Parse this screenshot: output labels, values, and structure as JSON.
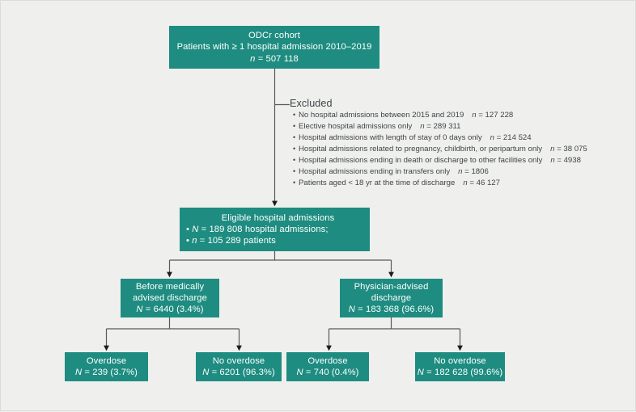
{
  "colors": {
    "box_fill": "#1e8c80",
    "box_text": "#ffffff",
    "page_bg": "#eff0ee",
    "line": "#595959",
    "body_text": "#3f4447"
  },
  "boxes": {
    "top": {
      "lines": [
        "ODCr cohort",
        "Patients with ≥ 1 hospital admission 2010–2019",
        "n = 507 118"
      ]
    },
    "eligible": {
      "lines": [
        "Eligible hospital admissions",
        "• N = 189 808 hospital admissions;",
        "• n = 105 289 patients"
      ]
    },
    "before_discharge": {
      "lines": [
        "Before medically",
        "advised discharge",
        "N = 6440 (3.4%)"
      ]
    },
    "physician_discharge": {
      "lines": [
        "Physician-advised",
        "discharge",
        "N = 183 368 (96.6%)"
      ]
    },
    "overdose_left": {
      "lines": [
        "Overdose",
        "N = 239 (3.7%)"
      ]
    },
    "no_overdose_left": {
      "lines": [
        "No overdose",
        "N = 6201 (96.3%)"
      ]
    },
    "overdose_right": {
      "lines": [
        "Overdose",
        "N = 740 (0.4%)"
      ]
    },
    "no_overdose_right": {
      "lines": [
        "No overdose",
        "N = 182 628 (99.6%)"
      ]
    }
  },
  "excluded": {
    "title": "Excluded",
    "items": [
      "No hospital admissions between 2015 and 2019  n = 127 228",
      "Elective hospital admissions only  n = 289 311",
      "Hospital admissions with length of stay of 0 days only  n = 214 524",
      "Hospital admissions related to pregnancy, childbirth, or peripartum only  n = 38 075",
      "Hospital admissions ending in death or discharge to other facilities only  n = 4938",
      "Hospital admissions ending in transfers only  n = 1806",
      "Patients aged < 18 yr at the time of discharge  n = 46 127"
    ]
  }
}
